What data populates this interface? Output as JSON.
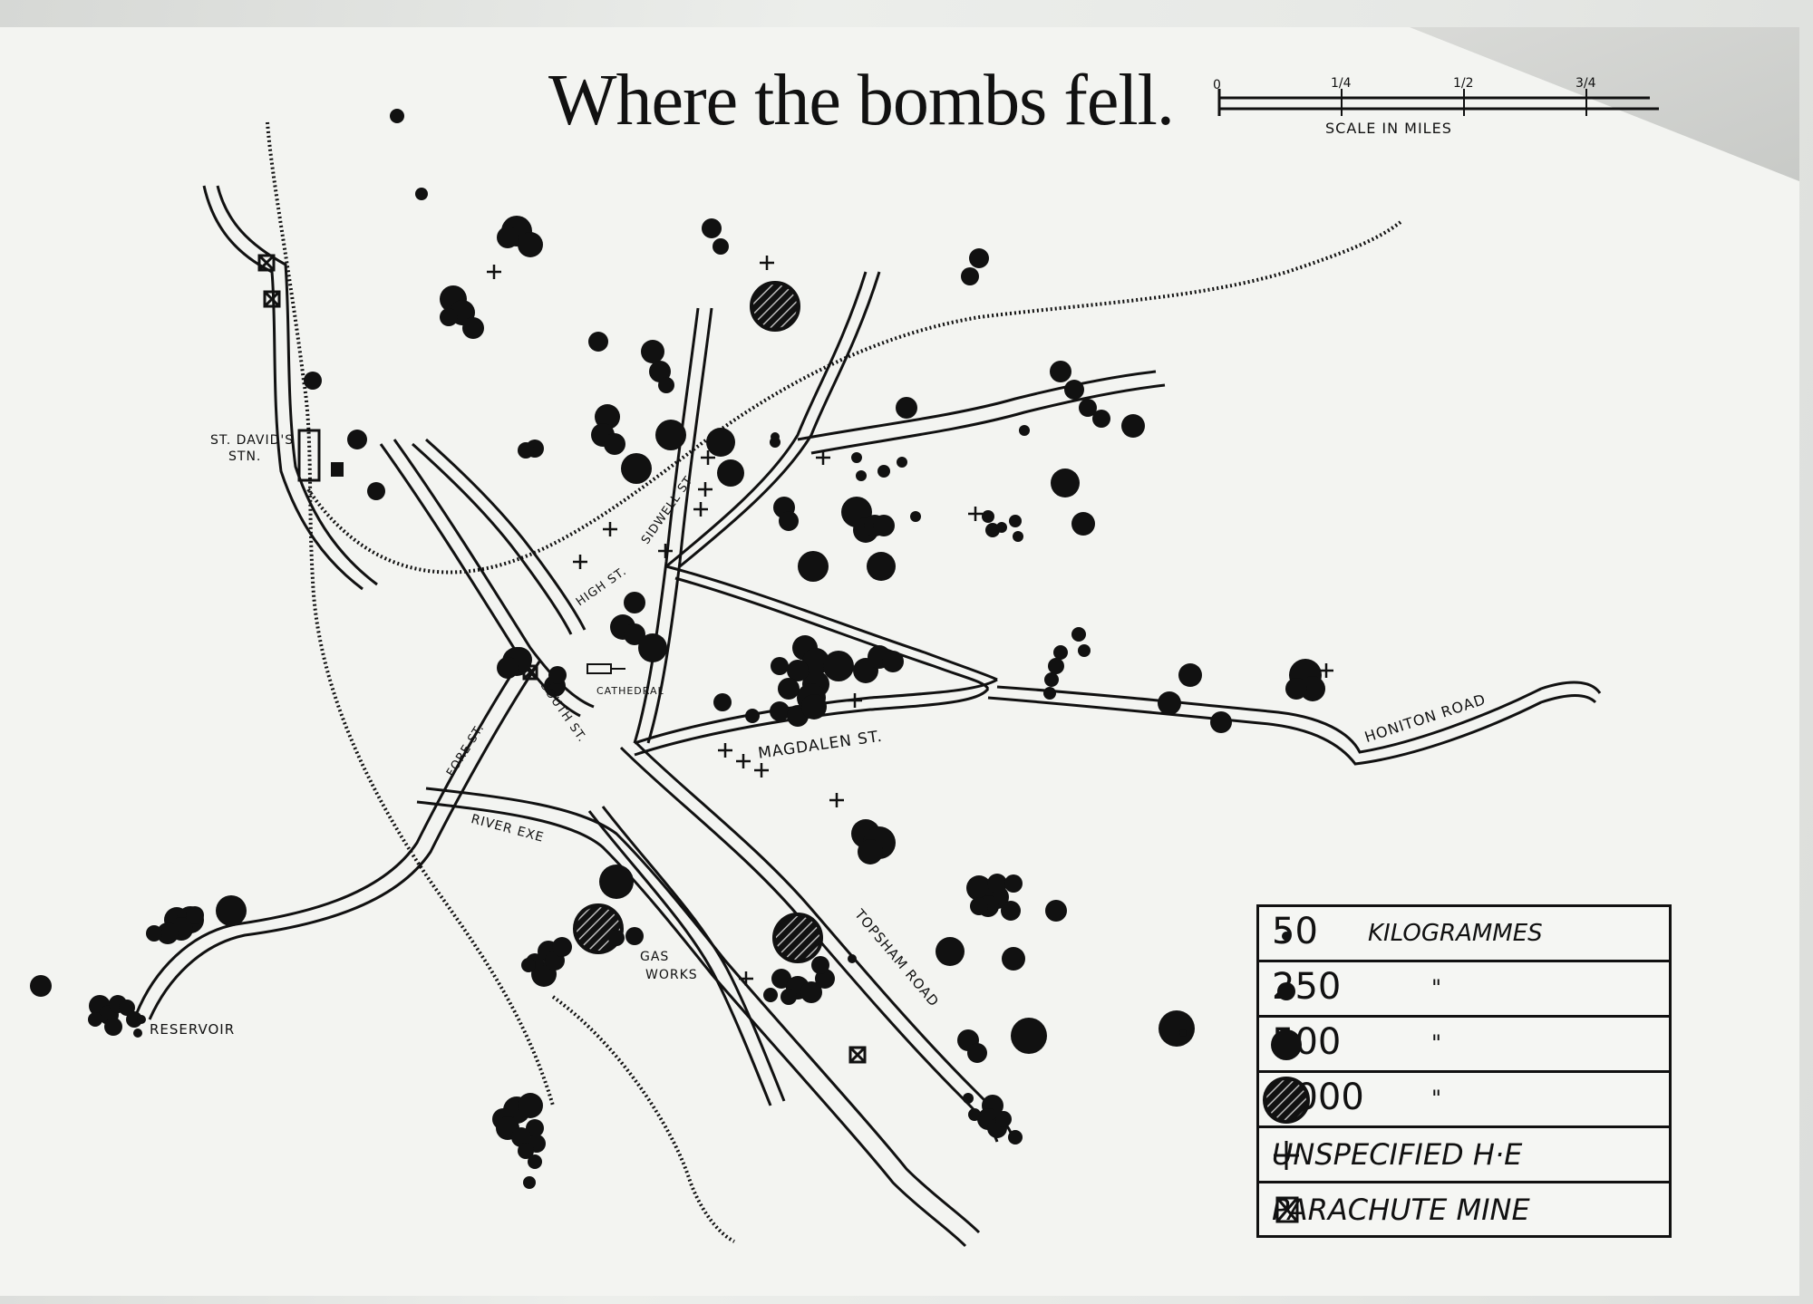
{
  "title": "Where the bombs fell.",
  "scale": {
    "caption": "SCALE IN MILES",
    "ticks": [
      "0",
      "1/4",
      "1/2",
      "3/4"
    ]
  },
  "labels": {
    "st_davids": "ST. DAVID'S",
    "stn": "STN.",
    "high_st": "HIGH ST.",
    "sidwell_st": "SIDWELL ST",
    "fore_st": "FORE ST.",
    "south_st": "SOUTH ST.",
    "cathedral": "CATHEDRAL",
    "magdalen_st": "MAGDALEN ST.",
    "honiton_road": "HONITON ROAD",
    "river_exe": "RIVER EXE",
    "gas": "GAS",
    "works": "WORKS",
    "topsham_road": "TOPSHAM ROAD",
    "reservoir": "RESERVOIR"
  },
  "legend": [
    {
      "label": "50",
      "suffix": "KILOGRAMMES",
      "ditto": "",
      "symbol": "dot-50kg-icon"
    },
    {
      "label": "250",
      "suffix": "",
      "ditto": "\"",
      "symbol": "dot-250kg-icon"
    },
    {
      "label": "500",
      "suffix": "",
      "ditto": "\"",
      "symbol": "dot-500kg-icon"
    },
    {
      "label": "1000",
      "suffix": "",
      "ditto": "\"",
      "symbol": "hatched-1000kg-icon"
    },
    {
      "label": "UNSPECIFIED H·E",
      "suffix": "",
      "ditto": "",
      "symbol": "cross-icon"
    },
    {
      "label": "PARACHUTE MINE",
      "suffix": "",
      "ditto": "",
      "symbol": "crossed-box-icon"
    }
  ],
  "colors": {
    "ink": "#111111",
    "paper": "#f3f4f1"
  }
}
